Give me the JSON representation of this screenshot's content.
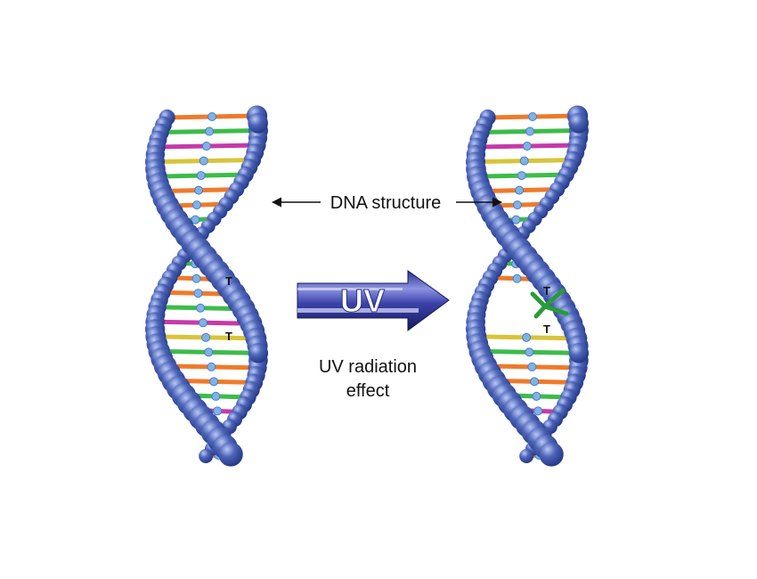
{
  "diagram": {
    "structure_label": "DNA structure",
    "arrow_label": "UV",
    "effect_label_line1": "UV radiation",
    "effect_label_line2": "effect",
    "base_left_top": "T",
    "base_left_bottom": "T",
    "base_right_top": "T",
    "base_right_bottom": "T"
  },
  "colors": {
    "backbone": "#3f56a8",
    "backbone_highlight": "#9fb4f0",
    "rung_orange": "#ef7a2a",
    "rung_green": "#3dbb4a",
    "rung_magenta": "#c53aa8",
    "rung_yellow": "#d8c43a",
    "node": "#7fb3e6",
    "arrow_dark": "#1c2370",
    "arrow_mid": "#5a63c8",
    "dimer_green": "#2a9a3a"
  }
}
